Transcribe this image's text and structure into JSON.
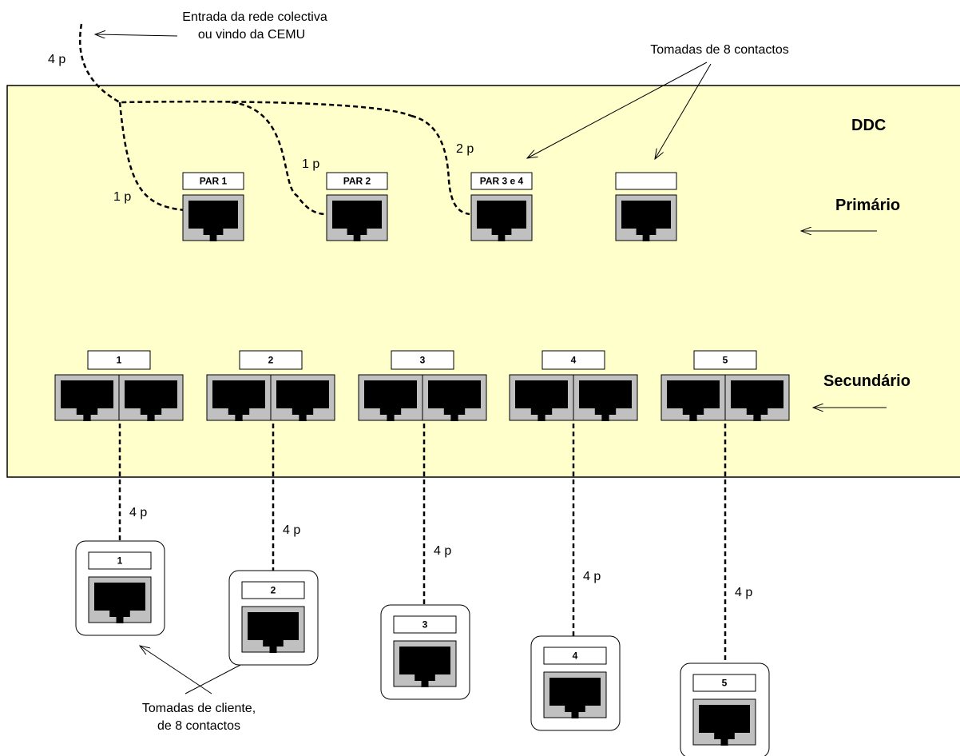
{
  "annotations": {
    "entrada_line1": "Entrada da rede colectiva",
    "entrada_line2": "ou vindo da CEMU",
    "tomadas8": "Tomadas de 8 contactos",
    "cliente_line1": "Tomadas de cliente,",
    "cliente_line2": "de 8 contactos"
  },
  "panel": {
    "title": "DDC",
    "primario": "Primário",
    "secundario": "Secundário",
    "fill_color": "#ffffcc"
  },
  "primary_sockets": [
    {
      "label": "PAR 1"
    },
    {
      "label": "PAR 2"
    },
    {
      "label": "PAR 3 e 4"
    },
    {
      "label": ""
    }
  ],
  "cable_labels": {
    "input": "4 p",
    "par1": "1 p",
    "par2": "1 p",
    "par34": "2 p"
  },
  "secondary_sockets": [
    {
      "label": "1"
    },
    {
      "label": "2"
    },
    {
      "label": "3"
    },
    {
      "label": "4"
    },
    {
      "label": "5"
    }
  ],
  "client_sockets": [
    {
      "label": "1",
      "cable": "4 p"
    },
    {
      "label": "2",
      "cable": "4 p"
    },
    {
      "label": "3",
      "cable": "4 p"
    },
    {
      "label": "4",
      "cable": "4 p"
    },
    {
      "label": "5",
      "cable": "4 p"
    }
  ],
  "colors": {
    "socket_bg": "#c0c0c0",
    "socket_port": "#000000"
  }
}
